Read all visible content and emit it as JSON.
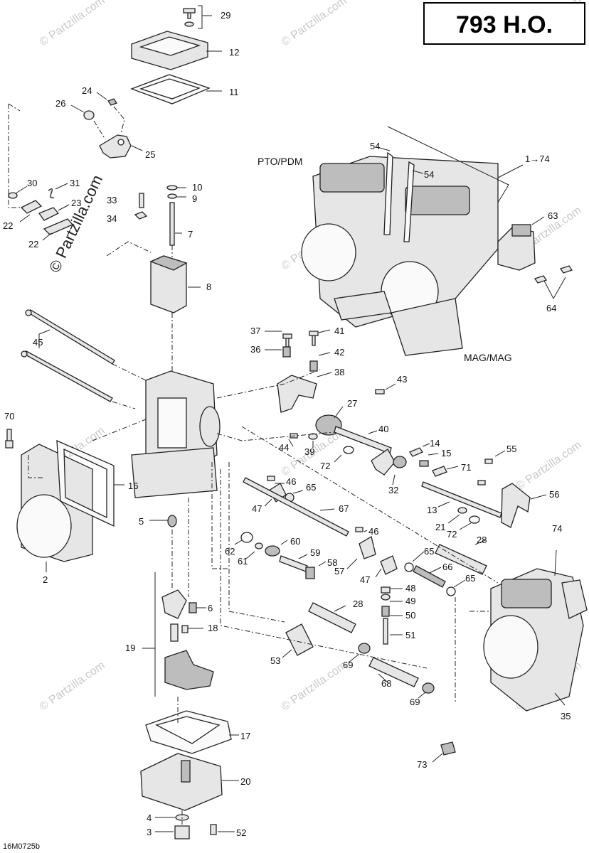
{
  "title": "793 H.O.",
  "diagram_code": "16M0725b",
  "watermark": {
    "vertical_text": "© Partzilla.com",
    "tile_text": "© Partzilla.com"
  },
  "labels": {
    "pto": "PTO/PDM",
    "mag": "MAG/MAG",
    "range": "1→74"
  },
  "callouts": {
    "c29": "29",
    "c12": "12",
    "c11": "11",
    "c24": "24",
    "c26": "26",
    "c25": "25",
    "c30": "30",
    "c31": "31",
    "c23": "23",
    "c22a": "22",
    "c22b": "22",
    "c33": "33",
    "c34": "34",
    "c10": "10",
    "c9": "9",
    "c7": "7",
    "c8": "8",
    "c54a": "54",
    "c54b": "54",
    "c63": "63",
    "c64": "64",
    "c37": "37",
    "c36": "36",
    "c41": "41",
    "c42": "42",
    "c38": "38",
    "c43": "43",
    "c45": "45",
    "c70": "70",
    "c16": "16",
    "c2": "2",
    "c5": "5",
    "c27": "27",
    "c40": "40",
    "c44": "44",
    "c39": "39",
    "c72a": "72",
    "c14": "14",
    "c15": "15",
    "c71": "71",
    "c32": "32",
    "c55": "55",
    "c56": "56",
    "c46a": "46",
    "c65a": "65",
    "c47a": "47",
    "c67": "67",
    "c13": "13",
    "c21": "21",
    "c72b": "72",
    "c28a": "28",
    "c74": "74",
    "c62": "62",
    "c60": "60",
    "c61": "61",
    "c59": "59",
    "c58": "58",
    "c57": "57",
    "c46b": "46",
    "c47b": "47",
    "c65b": "65",
    "c66": "66",
    "c65c": "65",
    "c48": "48",
    "c49": "49",
    "c50": "50",
    "c51": "51",
    "c28b": "28",
    "c6": "6",
    "c18": "18",
    "c19": "19",
    "c53": "53",
    "c69a": "69",
    "c68": "68",
    "c69b": "69",
    "c35": "35",
    "c17": "17",
    "c20": "20",
    "c73": "73",
    "c4": "4",
    "c3": "3",
    "c52": "52"
  }
}
